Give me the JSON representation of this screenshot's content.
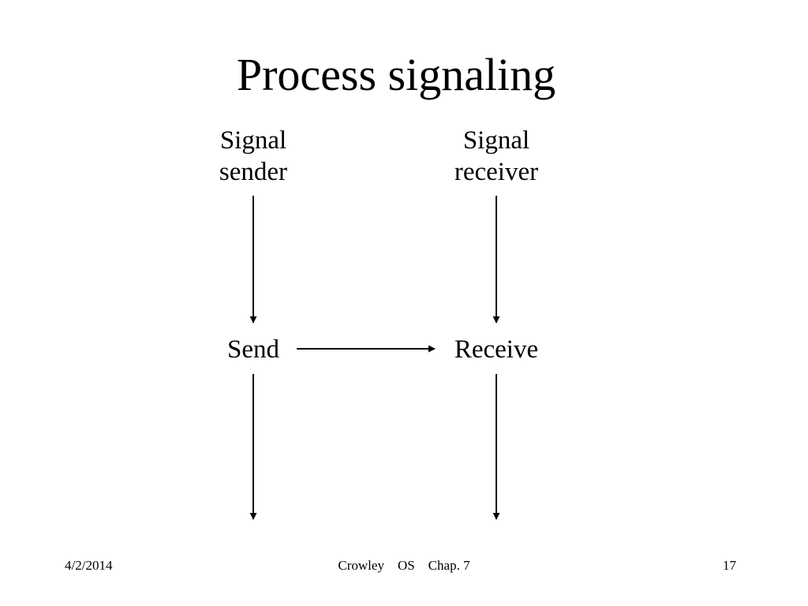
{
  "slide": {
    "title": "Process signaling"
  },
  "diagram": {
    "sender_label_line1": "Signal",
    "sender_label_line2": "sender",
    "receiver_label_line1": "Signal",
    "receiver_label_line2": "receiver",
    "send_label": "Send",
    "receive_label": "Receive"
  },
  "footer": {
    "date": "4/2/2014",
    "center": "Crowley    OS    Chap. 7",
    "page_number": "17"
  }
}
